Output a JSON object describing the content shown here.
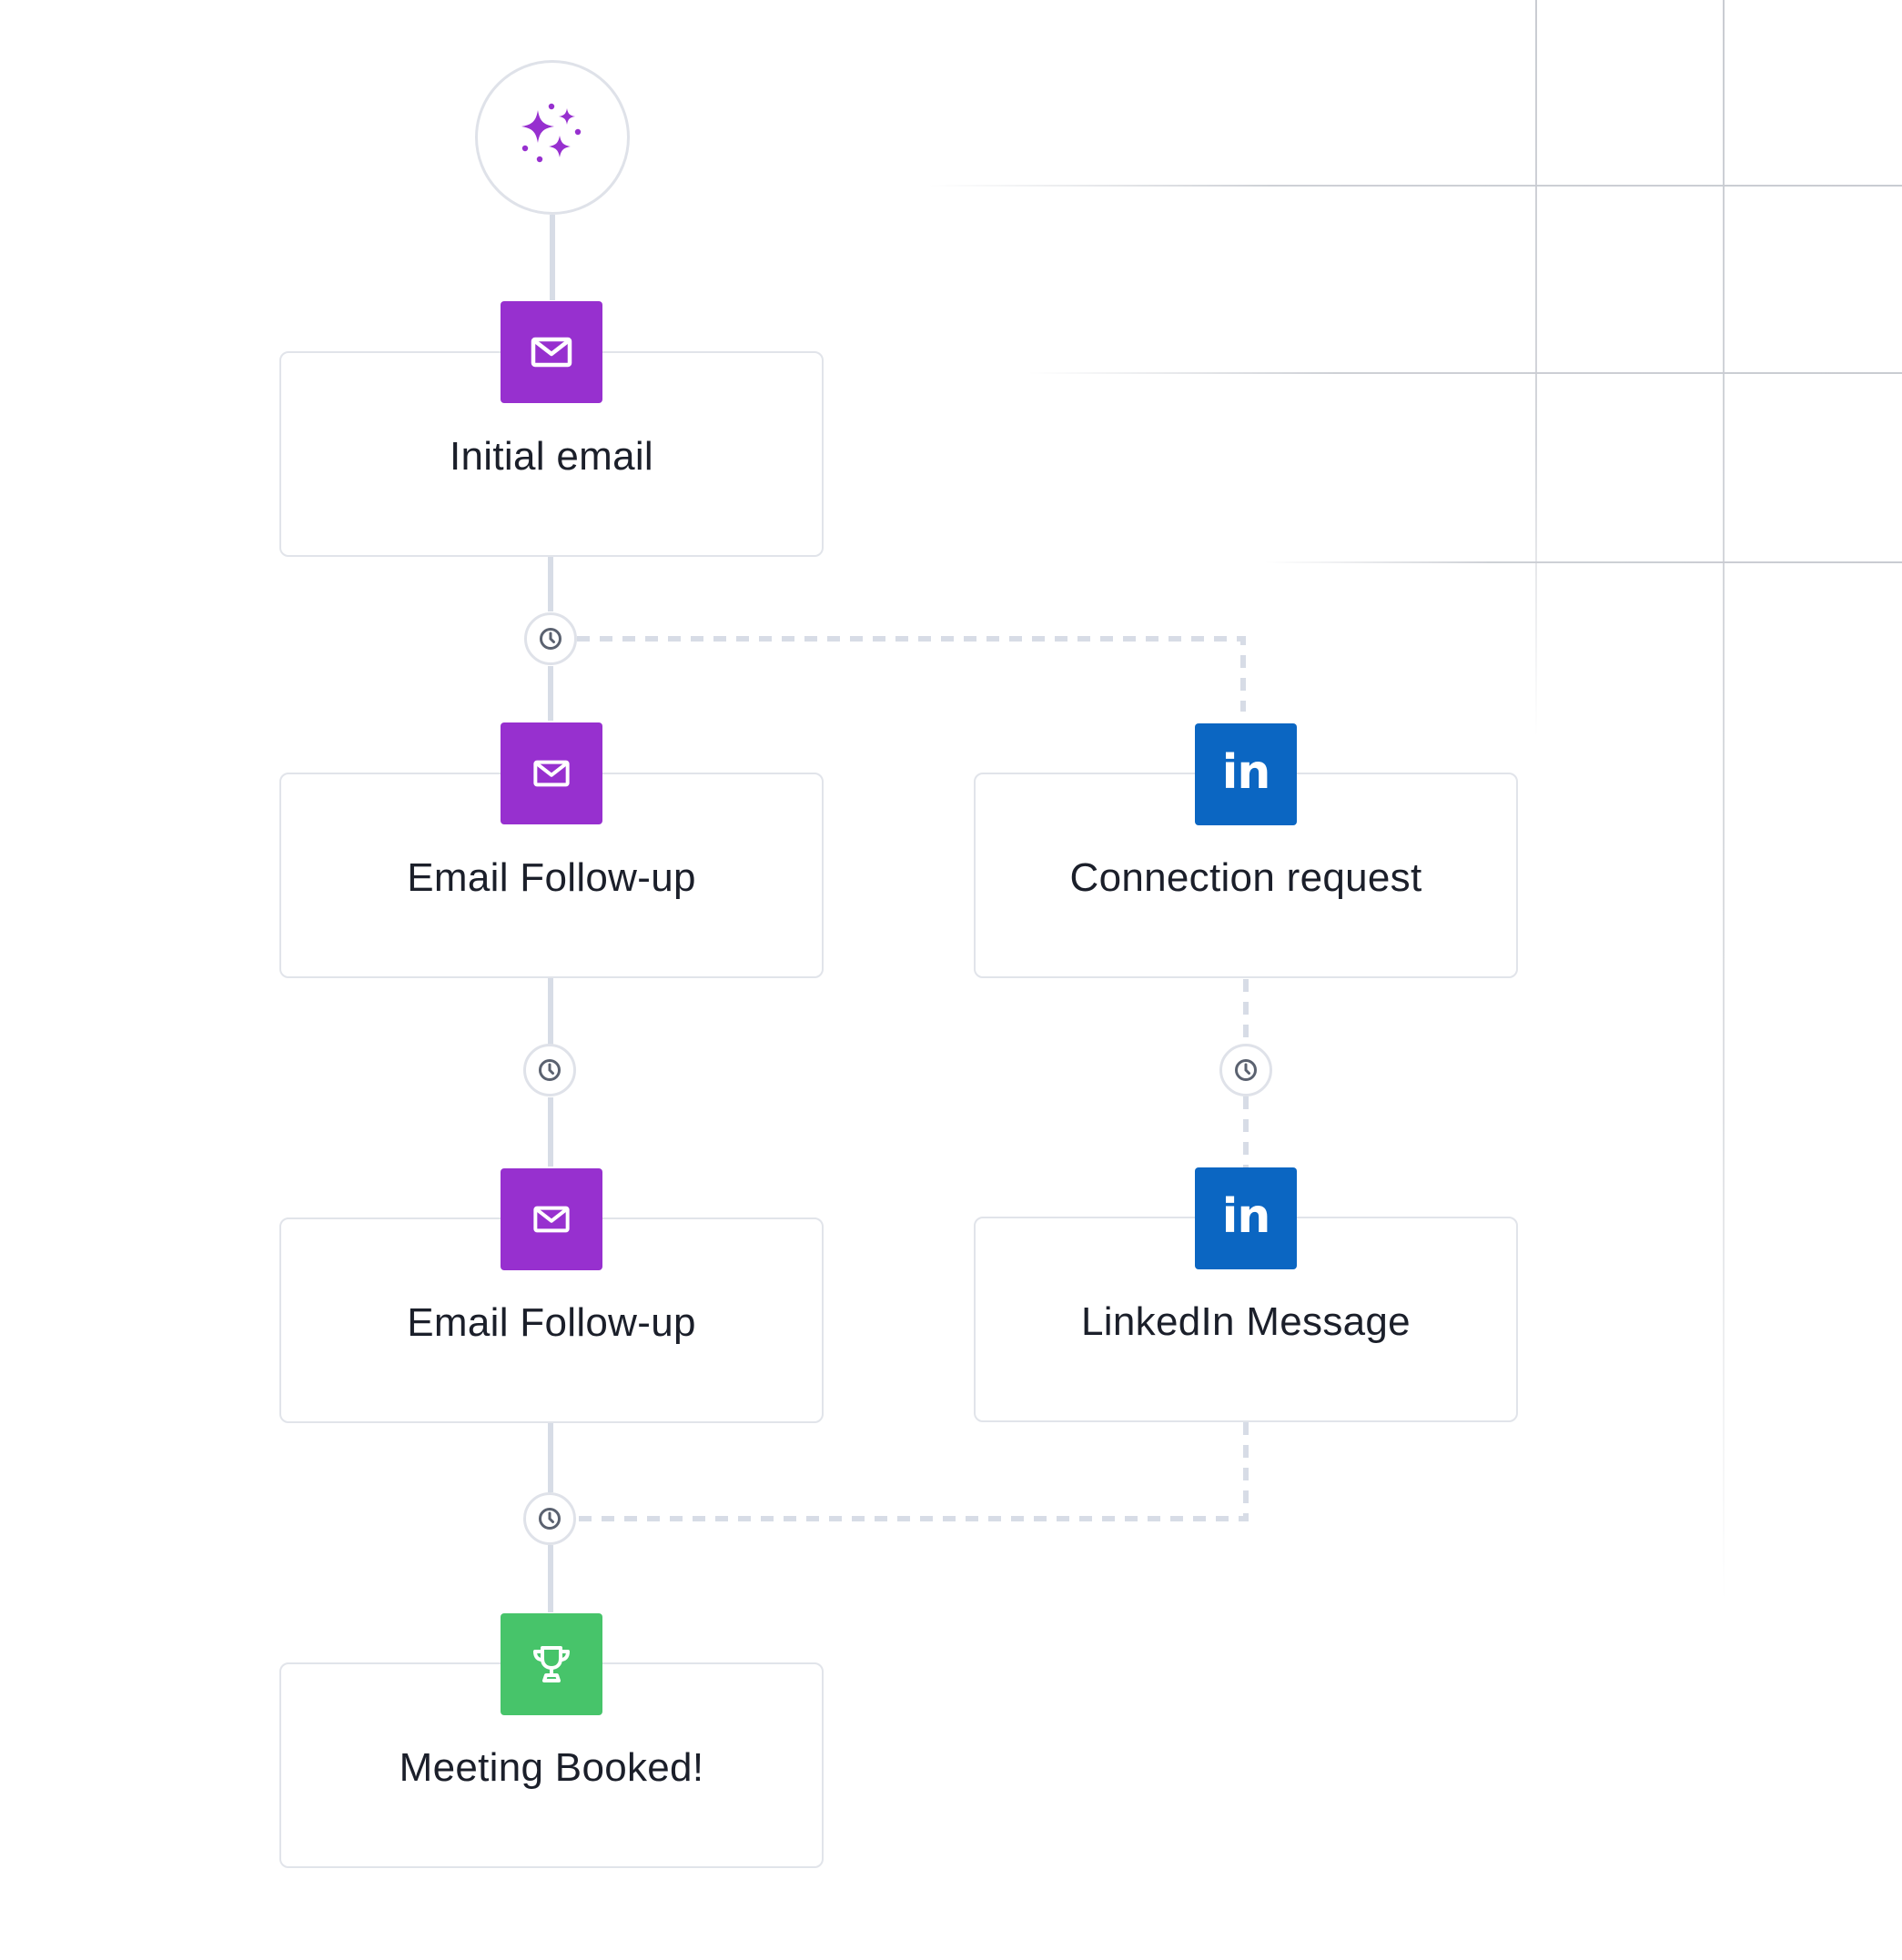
{
  "workflow": {
    "start": {
      "icon": "sparkles-icon"
    },
    "steps": [
      {
        "label": "Initial email",
        "type": "email",
        "icon": "mail-icon"
      },
      {
        "label": "Email Follow-up",
        "type": "email",
        "icon": "mail-icon"
      },
      {
        "label": "Connection request",
        "type": "linkedin",
        "icon": "linkedin-icon",
        "icon_text": "in"
      },
      {
        "label": "Email Follow-up",
        "type": "email",
        "icon": "mail-icon"
      },
      {
        "label": "LinkedIn Message",
        "type": "linkedin",
        "icon": "linkedin-icon",
        "icon_text": "in"
      },
      {
        "label": "Meeting Booked!",
        "type": "success",
        "icon": "trophy-icon"
      }
    ],
    "timer_icon": "clock-icon"
  },
  "colors": {
    "email": "#9730cf",
    "linkedin": "#0b66c2",
    "success": "#47c46a",
    "connector": "#d7dce6",
    "card_border": "#e1e4ea",
    "text": "#1b1f2a"
  }
}
